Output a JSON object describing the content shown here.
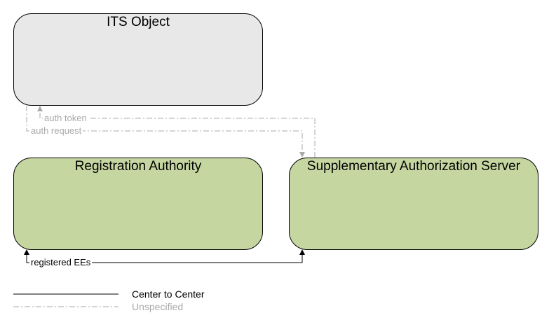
{
  "nodes": {
    "its_object": "ITS Object",
    "registration_authority": "Registration Authority",
    "supplementary_auth_server": "Supplementary Authorization Server"
  },
  "flows": {
    "auth_token": "auth token",
    "auth_request": "auth request",
    "registered_ees": "registered EEs"
  },
  "legend": {
    "center_to_center": "Center to Center",
    "unspecified": "Unspecified"
  },
  "colors": {
    "its_object_fill": "#e8e8e8",
    "center_fill": "#c5d6a1",
    "center_to_center_line": "#000000",
    "unspecified_line": "#a9a9a9"
  }
}
